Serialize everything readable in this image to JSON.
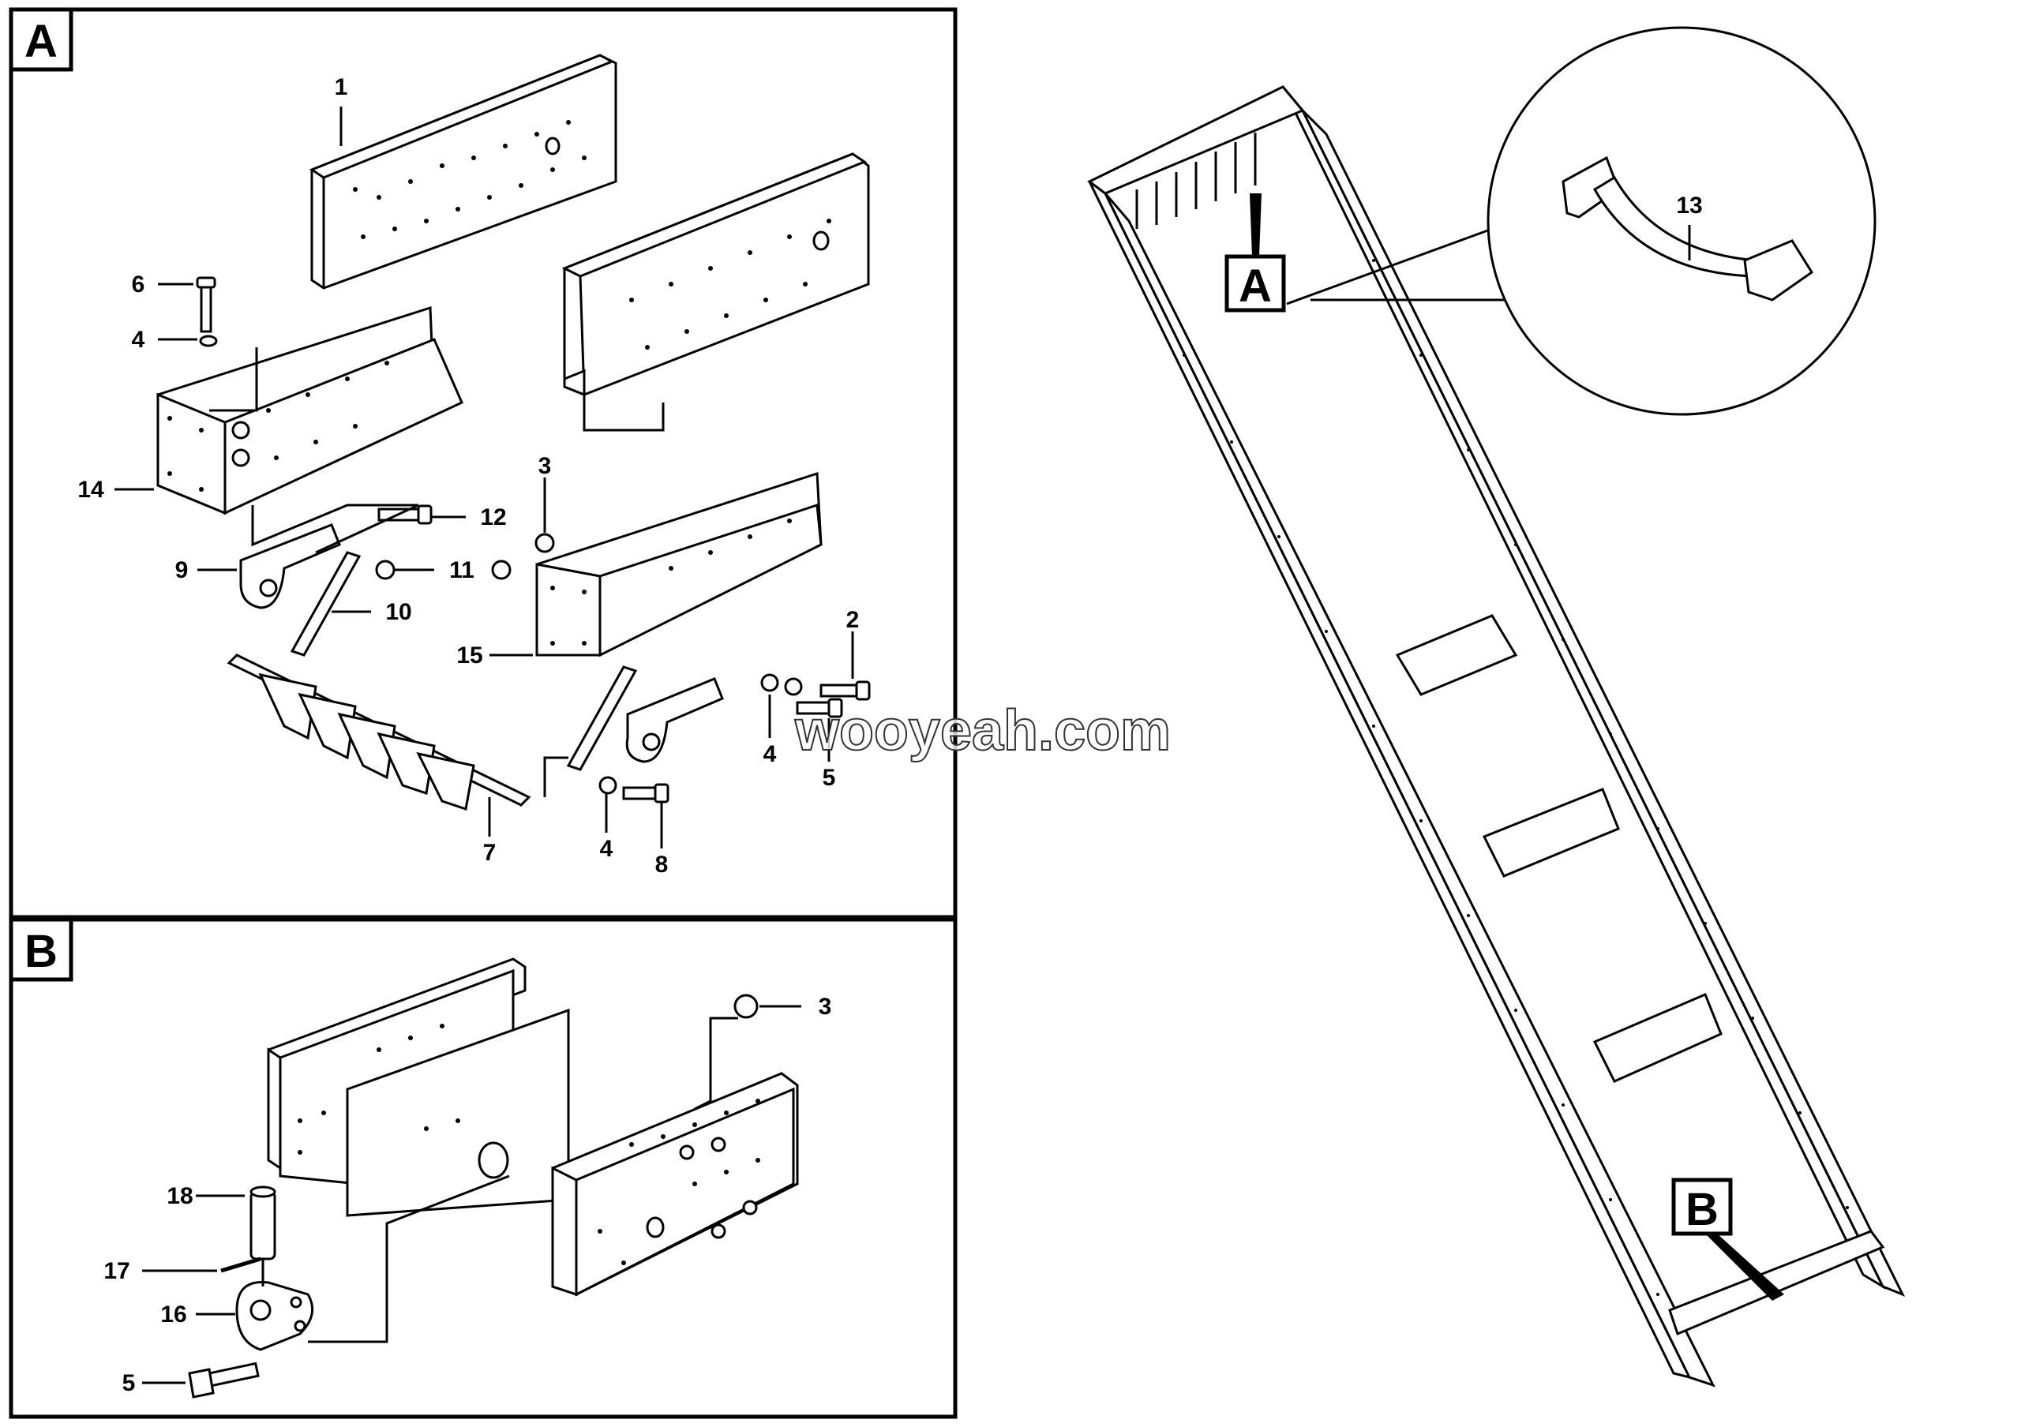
{
  "panels": {
    "a": {
      "letter": "A"
    },
    "b": {
      "letter": "B"
    }
  },
  "callouts": {
    "overview_a": "A",
    "overview_b": "B",
    "detail_13": "13"
  },
  "labels_a": {
    "l1": "1",
    "l6": "6",
    "l4a": "4",
    "l14": "14",
    "l12": "12",
    "l3": "3",
    "l9": "9",
    "l11": "11",
    "l10": "10",
    "l2": "2",
    "l15": "15",
    "l4b": "4",
    "l5": "5",
    "l7": "7",
    "l4c": "4",
    "l8": "8"
  },
  "labels_b": {
    "l3": "3",
    "l18": "18",
    "l17": "17",
    "l16": "16",
    "l5": "5"
  },
  "watermark": "wooyeah.com",
  "colors": {
    "line": "#000000",
    "background": "#ffffff"
  }
}
